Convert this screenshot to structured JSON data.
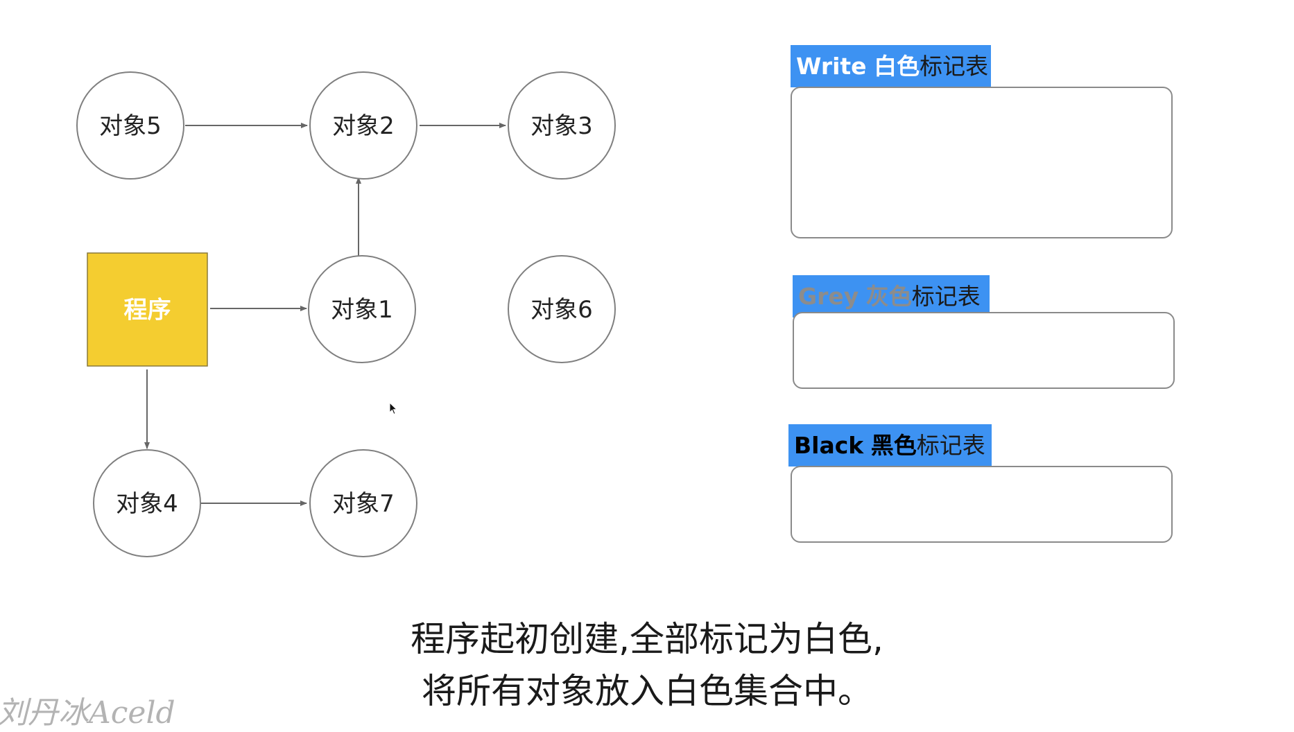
{
  "nodes": [
    {
      "id": "obj5",
      "label": "对象5"
    },
    {
      "id": "obj2",
      "label": "对象2"
    },
    {
      "id": "obj3",
      "label": "对象3"
    },
    {
      "id": "obj1",
      "label": "对象1"
    },
    {
      "id": "obj6",
      "label": "对象6"
    },
    {
      "id": "obj4",
      "label": "对象4"
    },
    {
      "id": "obj7",
      "label": "对象7"
    }
  ],
  "program": {
    "id": "program",
    "label": "程序",
    "color": "#f4cd30"
  },
  "edges": [
    {
      "from": "obj5",
      "to": "obj2"
    },
    {
      "from": "obj2",
      "to": "obj3"
    },
    {
      "from": "obj1",
      "to": "obj2"
    },
    {
      "from": "program",
      "to": "obj1"
    },
    {
      "from": "program",
      "to": "obj4"
    },
    {
      "from": "obj4",
      "to": "obj7"
    }
  ],
  "panels": {
    "white": {
      "title_en": "Write",
      "title_cn": "白色",
      "suffix": "标记表",
      "title_color": "#ffffff"
    },
    "grey": {
      "title_en": "Grey",
      "title_cn": "灰色",
      "suffix": "标记表",
      "title_color": "#8c8c8c"
    },
    "black": {
      "title_en": "Black",
      "title_cn": "黑色",
      "suffix": "标记表",
      "title_color": "#000000"
    }
  },
  "colors": {
    "tab_background": "#3d92f2",
    "node_stroke": "#7f7f7f",
    "edge": "#666666"
  },
  "caption": {
    "line1": "程序起初创建,全部标记为白色,",
    "line2": "将所有对象放入白色集合中。"
  },
  "watermark": "刘丹冰Aceld"
}
